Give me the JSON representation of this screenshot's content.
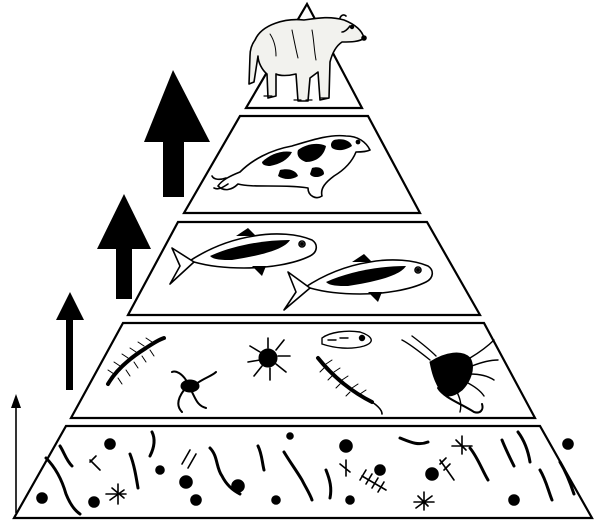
{
  "diagram": {
    "kind": "trophic-pyramid",
    "levels": [
      {
        "id": "apex",
        "organism": "polar-bear"
      },
      {
        "id": "level-4",
        "organism": "seal"
      },
      {
        "id": "level-3",
        "organism": "fish"
      },
      {
        "id": "level-2",
        "organism": "zooplankton"
      },
      {
        "id": "level-1",
        "organism": "phytoplankton"
      }
    ],
    "arrows": [
      {
        "id": "arrow-1",
        "weight": "thin"
      },
      {
        "id": "arrow-2",
        "weight": "medium"
      },
      {
        "id": "arrow-3",
        "weight": "thick"
      },
      {
        "id": "arrow-4",
        "weight": "very-thick"
      }
    ],
    "colors": {
      "ink": "#000000",
      "paper": "#ffffff",
      "bear": "#f2f2ee"
    }
  }
}
